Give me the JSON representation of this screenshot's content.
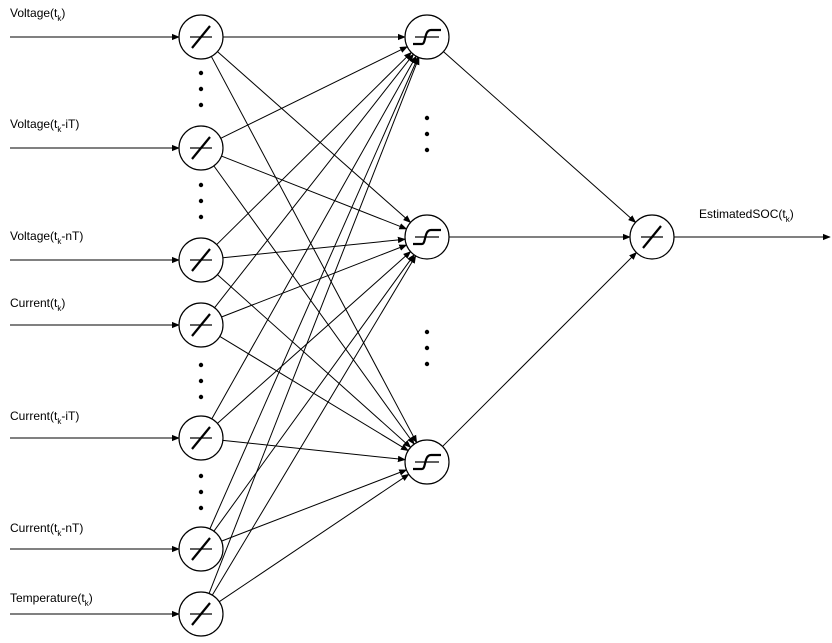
{
  "inputs": [
    {
      "label": "Voltage",
      "sub": "k",
      "suffix": ""
    },
    {
      "label": "Voltage",
      "sub": "k",
      "suffix": "-iT"
    },
    {
      "label": "Voltage",
      "sub": "k",
      "suffix": "-nT"
    },
    {
      "label": "Current",
      "sub": "k",
      "suffix": ""
    },
    {
      "label": "Current",
      "sub": "k",
      "suffix": "-iT"
    },
    {
      "label": "Current",
      "sub": "k",
      "suffix": "-nT"
    },
    {
      "label": "Temperature",
      "sub": "k",
      "suffix": ""
    }
  ],
  "output": {
    "label": "EstimatedSOC",
    "sub": "k",
    "suffix": ""
  },
  "input_activation_icon": "linear-activation-icon",
  "hidden_activation_icon": "sigmoid-activation-icon",
  "output_activation_icon": "linear-activation-icon",
  "ellipsis_icon": "vertical-ellipsis-icon",
  "line_color": "#000000"
}
